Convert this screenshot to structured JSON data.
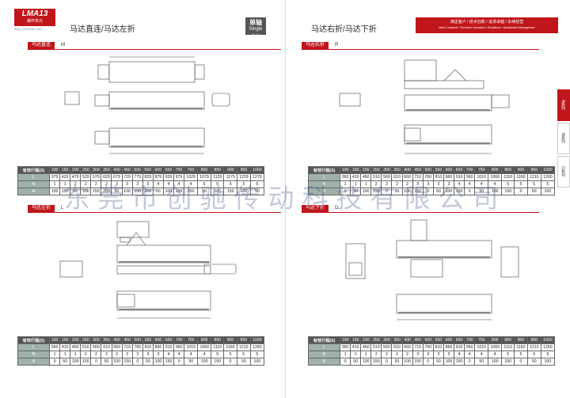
{
  "header": {
    "logo_text": "LMA13",
    "logo_sub": "螺杆单元",
    "logo_small": "BALL SCREW UNIT",
    "left_title": "马达直连/马达左折",
    "right_title": "马达右折/马达下折",
    "badge_cn": "单轴",
    "badge_en": "Single Axis",
    "slogan_cn": "满足客户 / 技术创新 / 追求卓越 / 永续经营",
    "slogan_en": "Meet Customer / Technical Innovation / Excellence / Sustainable Management"
  },
  "sections": [
    {
      "tag": "马达直连",
      "code": "M"
    },
    {
      "tag": "马达左折",
      "code": "L"
    },
    {
      "tag": "马达右折",
      "code": "R"
    },
    {
      "tag": "马达下折",
      "code": "D"
    }
  ],
  "tables": {
    "stroke_label": "有效行程(S)",
    "row_labels": [
      "L",
      "N",
      "A"
    ],
    "direct": {
      "strokes": [
        "100",
        "150",
        "200",
        "250",
        "300",
        "350",
        "400",
        "450",
        "500",
        "550",
        "600",
        "650",
        "700",
        "750",
        "800",
        "850",
        "900",
        "950",
        "1000"
      ],
      "L": [
        "379",
        "429",
        "479",
        "529",
        "579",
        "629",
        "679",
        "729",
        "779",
        "829",
        "879",
        "929",
        "979",
        "1029",
        "1079",
        "1129",
        "1179",
        "1229",
        "1279"
      ],
      "N": [
        "1",
        "1",
        "2",
        "2",
        "2",
        "2",
        "3",
        "3",
        "3",
        "3",
        "4",
        "4",
        "4",
        "4",
        "5",
        "5",
        "5",
        "5",
        "6"
      ],
      "A": [
        "100",
        "150",
        "50",
        "100",
        "150",
        "200",
        "50",
        "100",
        "150",
        "200",
        "50",
        "100",
        "150",
        "200",
        "50",
        "100",
        "150",
        "200",
        "50"
      ]
    },
    "folded": {
      "strokes": [
        "100",
        "150",
        "200",
        "250",
        "300",
        "350",
        "400",
        "450",
        "500",
        "550",
        "600",
        "650",
        "700",
        "750",
        "800",
        "850",
        "900",
        "950",
        "1000"
      ],
      "L": [
        "360",
        "410",
        "460",
        "510",
        "560",
        "610",
        "660",
        "710",
        "760",
        "810",
        "860",
        "910",
        "960",
        "1010",
        "1060",
        "1110",
        "1160",
        "1210",
        "1260"
      ],
      "N": [
        "1",
        "1",
        "1",
        "2",
        "2",
        "2",
        "2",
        "3",
        "3",
        "3",
        "3",
        "4",
        "4",
        "4",
        "4",
        "5",
        "5",
        "5",
        "5"
      ],
      "A": [
        "0",
        "50",
        "100",
        "150",
        "0",
        "50",
        "100",
        "150",
        "0",
        "50",
        "100",
        "150",
        "0",
        "50",
        "100",
        "150",
        "0",
        "50",
        "100"
      ]
    }
  },
  "side_tabs": [
    "A系列",
    "B系列",
    "C系列"
  ],
  "watermark": "东莞市创驰传动科技有限公司",
  "colors": {
    "accent": "#c0161b",
    "table_header": "#555555",
    "label_cell": "#9fb1a8"
  }
}
